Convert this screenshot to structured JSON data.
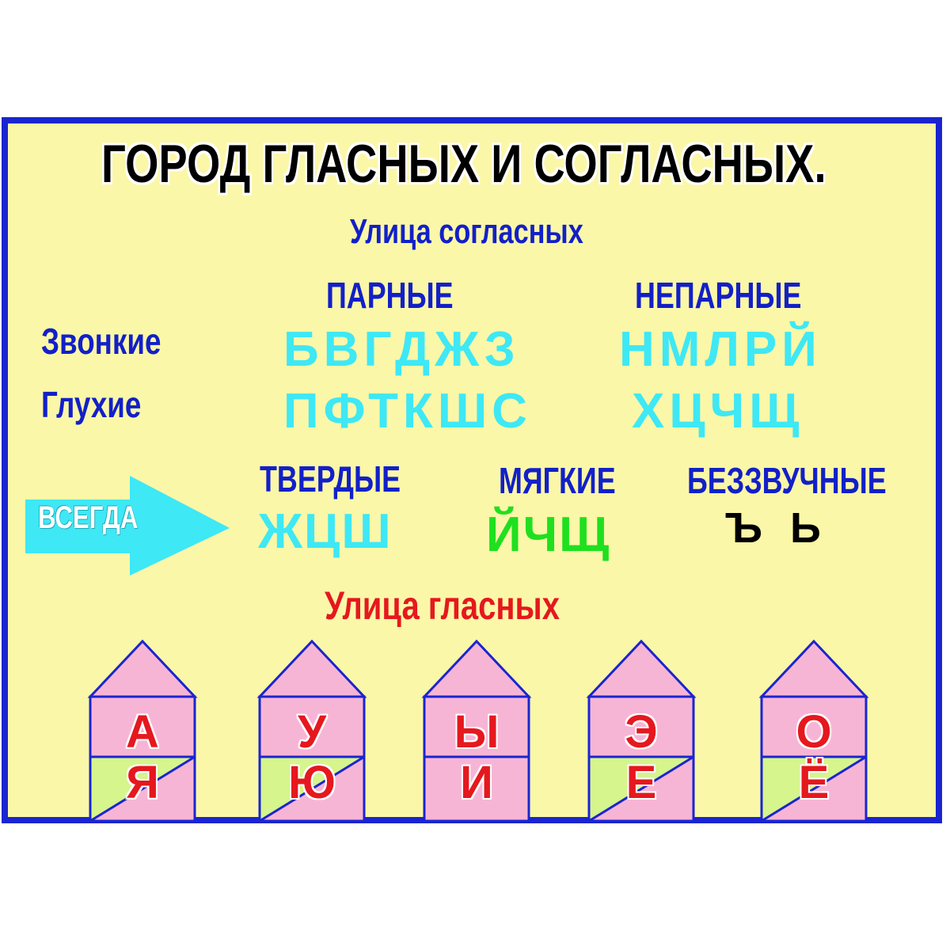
{
  "title": "ГОРОД ГЛАСНЫХ И СОГЛАСНЫХ.",
  "consonant_street": "Улица согласных",
  "paired": {
    "heading": "ПАРНЫЕ",
    "voiced": "БВГДЖЗ",
    "voiceless": "ПФТКШС"
  },
  "unpaired": {
    "heading": "НЕПАРНЫЕ",
    "voiced": "НМЛРЙ",
    "voiceless": "ХЦЧЩ"
  },
  "rows": {
    "voiced_label": "Звонкие",
    "voiceless_label": "Глухие"
  },
  "always": {
    "label": "ВСЕГДА",
    "hard": {
      "heading": "ТВЕРДЫЕ",
      "letters": "ЖЦШ"
    },
    "soft": {
      "heading": "МЯГКИЕ",
      "letters": "ЙЧЩ"
    },
    "silent": {
      "heading": "БЕЗЗВУЧНЫЕ",
      "letters": "Ъ Ь"
    }
  },
  "vowel_street": "Улица гласных",
  "houses": [
    {
      "top": "А",
      "bottom": "Я"
    },
    {
      "top": "У",
      "bottom": "Ю"
    },
    {
      "top": "Ы",
      "bottom": "И"
    },
    {
      "top": "Э",
      "bottom": "Е"
    },
    {
      "top": "О",
      "bottom": "Ё"
    }
  ],
  "colors": {
    "frame": "#1a25d0",
    "background": "#fbf7a8",
    "heading_blue": "#1220c8",
    "consonant_cyan": "#3ee8f4",
    "soft_green": "#1fe01f",
    "vowel_red": "#e5181e",
    "house_pink": "#f7b5d6",
    "house_green": "#d6f58c"
  }
}
